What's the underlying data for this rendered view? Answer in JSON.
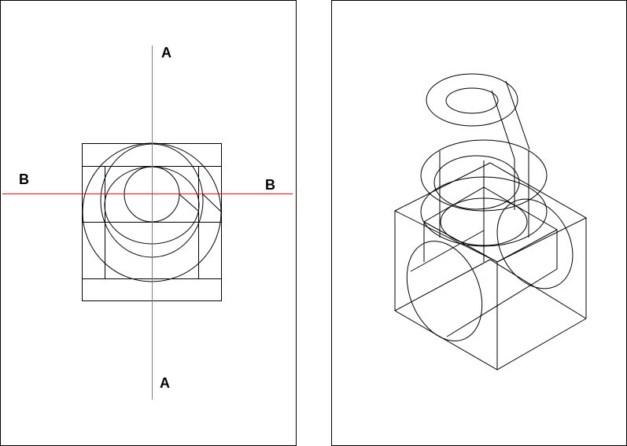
{
  "section_view": {
    "labels": {
      "a_top": "A",
      "a_bottom": "A",
      "b_left": "B",
      "b_right": "B"
    },
    "section_line_color": "#ff0000",
    "axis_color": "#808080"
  },
  "isometric_view": {}
}
